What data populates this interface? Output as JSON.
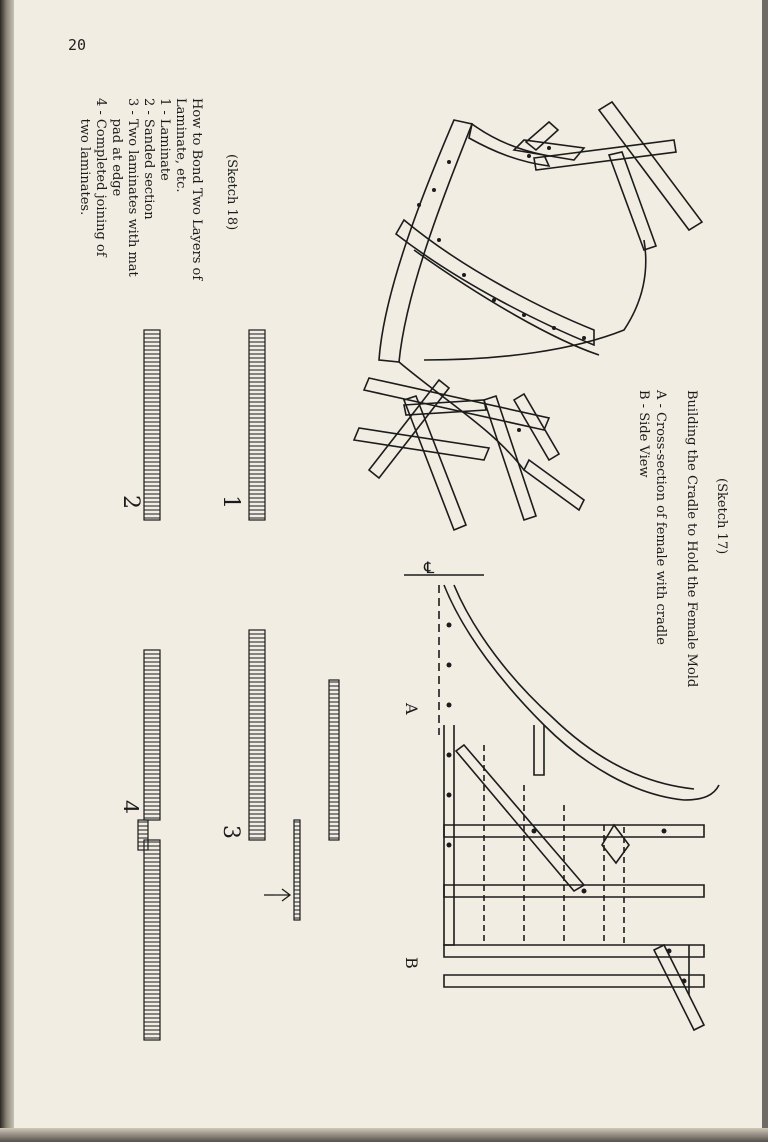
{
  "page_number": "20",
  "sketch17": {
    "label": "(Sketch 17)",
    "caption": "Building the Cradle to Hold the Female Mold",
    "legend": [
      "A - Cross-section of female with cradle",
      "B - Side View"
    ],
    "marks": {
      "centerline": "℄",
      "a": "A",
      "b": "B"
    }
  },
  "sketch18": {
    "label": "(Sketch 18)",
    "title_lines": [
      "How to Bond Two Layers of",
      "Laminate, etc."
    ],
    "items": [
      "1 - Laminate",
      "2 - Sanded section",
      "3 - Two laminates with mat",
      "     pad at edge",
      "4 - Completed joining of",
      "     two laminates."
    ],
    "numbers": [
      "1",
      "2",
      "3",
      "4"
    ]
  }
}
